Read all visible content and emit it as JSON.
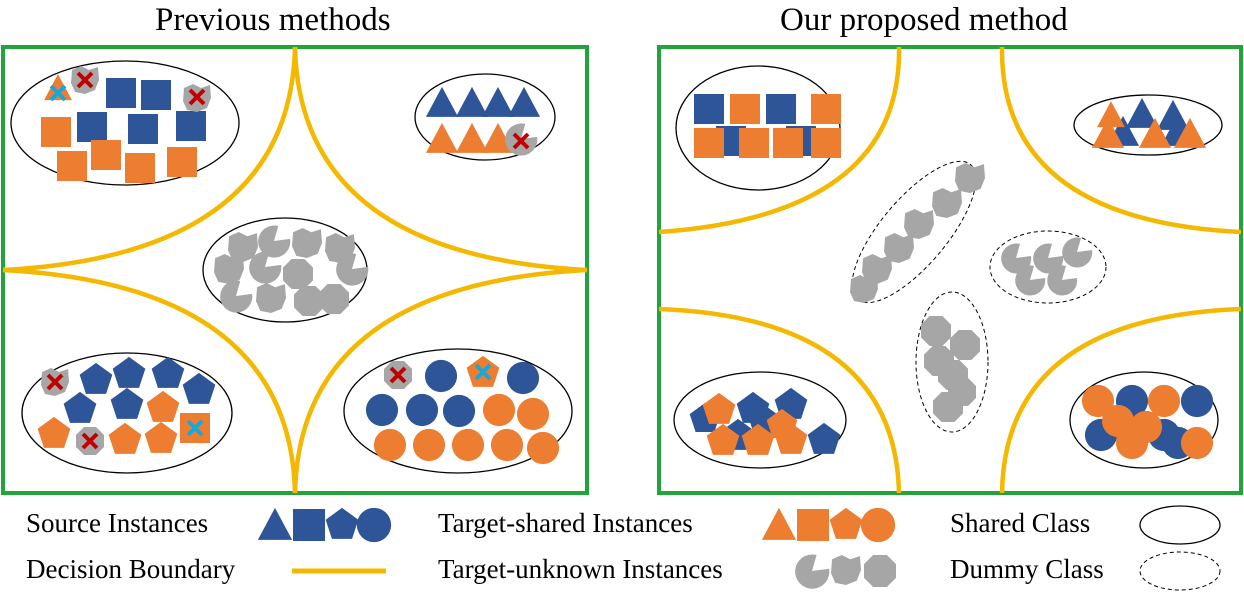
{
  "titles": {
    "left": "Previous methods",
    "right": "Our proposed method"
  },
  "legend": {
    "source_instances": "Source Instances",
    "decision_boundary": "Decision Boundary",
    "target_shared_instances": "Target-shared Instances",
    "target_unknown_instances": "Target-unknown Instances",
    "shared_class": "Shared Class",
    "dummy_class": "Dummy Class"
  },
  "colors": {
    "source": "#2E5597",
    "target_shared": "#ED7D31",
    "target_unknown": "#A6A6A6",
    "boundary": "#F4B800",
    "frame": "#22A43A",
    "cross_red": "#C00000",
    "cross_blue": "#19A7D9"
  },
  "shape_icons": [
    "triangle-icon",
    "square-icon",
    "pentagon-icon",
    "circle-icon",
    "pacman-icon",
    "gear-icon",
    "octagon-icon"
  ]
}
